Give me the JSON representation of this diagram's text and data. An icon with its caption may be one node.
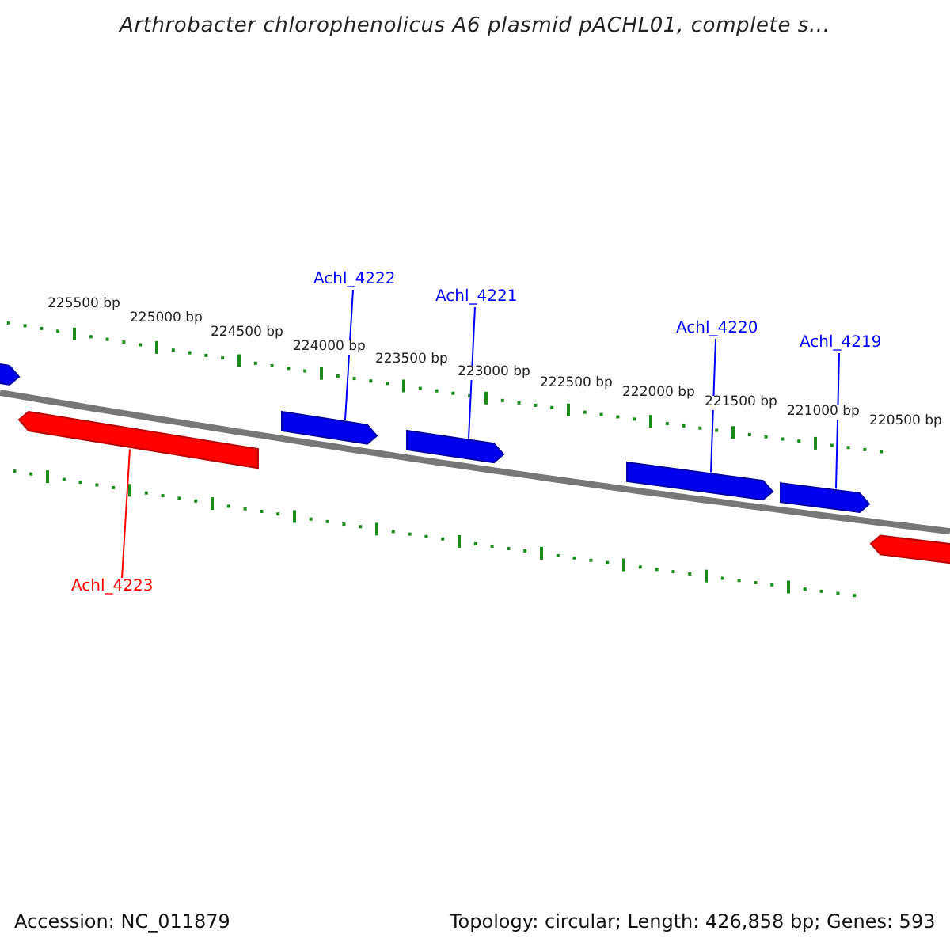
{
  "diagram": {
    "title": "Arthrobacter chlorophenolicus A6 plasmid pACHL01, complete s...",
    "nodes": [
      {
        "text": [
          "Achl_4222"
        ]
      },
      {
        "text": [
          "Achl_4221"
        ]
      },
      {
        "text": [
          "Achl_4220"
        ]
      },
      {
        "text": [
          "Achl_4219"
        ]
      },
      {
        "text": [
          "Achl_4223"
        ]
      },
      {
        "text": [],
        "shape": "bar"
      },
      {
        "text": [],
        "shape": "bar"
      },
      {
        "text": [],
        "shape": "bar"
      },
      {
        "text": [],
        "shape": "bar"
      },
      {
        "text": [],
        "shape": "bar"
      },
      {
        "text": [],
        "shape": "bar"
      },
      {
        "text": [],
        "shape": "bar"
      }
    ],
    "edges": [
      {
        "from": 0,
        "to": 7,
        "arrow": "none"
      },
      {
        "from": 1,
        "to": 8,
        "arrow": "none"
      },
      {
        "from": 2,
        "to": 9,
        "arrow": "none"
      },
      {
        "from": 3,
        "to": 10,
        "arrow": "none"
      },
      {
        "from": 4,
        "to": 6,
        "arrow": "none",
        "color": "#ff0000"
      }
    ],
    "labels": [
      "225500 bp",
      "225000 bp",
      "224500 bp",
      "224000 bp",
      "223500 bp",
      "223000 bp",
      "222500 bp",
      "222000 bp",
      "221500 bp",
      "221000 bp",
      "220500 bp",
      "Accession: NC_011879",
      "Topology: circular; Length: 426,858 bp; Genes: 593"
    ]
  }
}
